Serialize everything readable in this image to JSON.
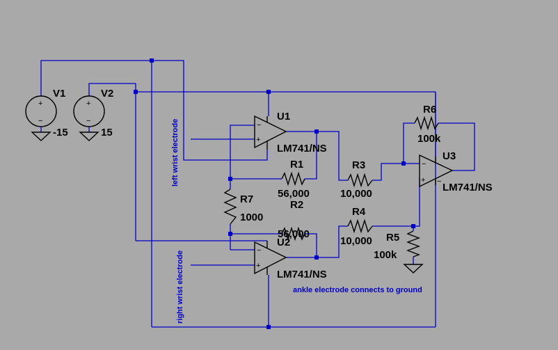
{
  "colors": {
    "background": "#a9a9a9",
    "wire": "#0000cc",
    "component": "#000000",
    "note": "#0000cc"
  },
  "components": {
    "V1": {
      "name": "V1",
      "value": "-15"
    },
    "V2": {
      "name": "V2",
      "value": "15"
    },
    "U1": {
      "name": "U1",
      "model": "LM741/NS"
    },
    "U2": {
      "name": "U2",
      "model": "LM741/NS"
    },
    "U3": {
      "name": "U3",
      "model": "LM741/NS"
    },
    "R1": {
      "name": "R1",
      "value": "56,000"
    },
    "R2": {
      "name": "R2",
      "value": "56,000"
    },
    "R3": {
      "name": "R3",
      "value": "10,000"
    },
    "R4": {
      "name": "R4",
      "value": "10,000"
    },
    "R5": {
      "name": "R5",
      "value": "100k"
    },
    "R6": {
      "name": "R6",
      "value": "100k"
    },
    "R7": {
      "name": "R7",
      "value": "1000"
    }
  },
  "notes": {
    "left_wrist": "left wrist electrode",
    "right_wrist": "right wrist electrode",
    "ankle": "ankle electrode connects to ground"
  },
  "pin_signs": {
    "plus": "+",
    "minus": "−"
  }
}
